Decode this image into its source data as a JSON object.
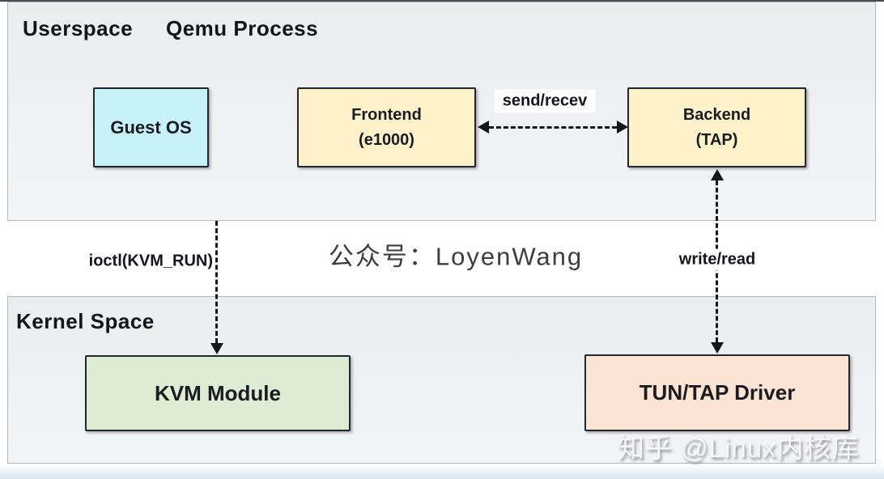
{
  "colors": {
    "panel_fill": "#ecedef",
    "guest_os_fill": "#c7f2f9",
    "frontend_fill": "#fdf1ca",
    "backend_fill": "#fdf1ca",
    "kvm_module_fill": "#ddecd2",
    "tuntap_driver_fill": "#fbe4d3",
    "arrow_color": "#15151a"
  },
  "userspace": {
    "region_label": "Userspace",
    "process_label": "Qemu Process",
    "guest_os": {
      "label": "Guest OS"
    },
    "frontend": {
      "line1": "Frontend",
      "line2": "(e1000)"
    },
    "backend": {
      "line1": "Backend",
      "line2": "(TAP)"
    }
  },
  "kernel": {
    "region_label": "Kernel Space",
    "kvm_module": {
      "label": "KVM Module"
    },
    "tuntap_driver": {
      "label": "TUN/TAP Driver"
    }
  },
  "edges": {
    "send_recv_label": "send/recev",
    "ioctl_label": "ioctl(KVM_RUN)",
    "write_read_label": "write/read"
  },
  "watermarks": {
    "center": "公众号：LoyenWang",
    "bottom_right": "知乎 @Linux内核库"
  }
}
